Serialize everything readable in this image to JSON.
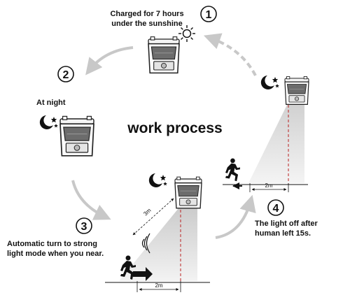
{
  "title": "work process",
  "steps": [
    {
      "number": "1",
      "caption_line1": "Charged for 7 hours",
      "caption_line2": "under the sunshine"
    },
    {
      "number": "2",
      "caption_line1": "At night"
    },
    {
      "number": "3",
      "caption_line1": "Automatic turn to strong",
      "caption_line2": "light mode when you near."
    },
    {
      "number": "4",
      "caption_line1": "The light off after",
      "caption_line2": "human left 15s."
    }
  ],
  "dimensions": {
    "near_distance": "2m",
    "diagonal_range": "3m",
    "far_distance": "2m"
  },
  "icons": [
    "sun-icon",
    "moon-stars-icon",
    "solar-light-icon",
    "person-walking-icon",
    "motion-wave-icon"
  ],
  "colors": {
    "arrow": "#c8c8c8",
    "beam": "#d9d9d9",
    "outline": "#1a1a1a"
  }
}
